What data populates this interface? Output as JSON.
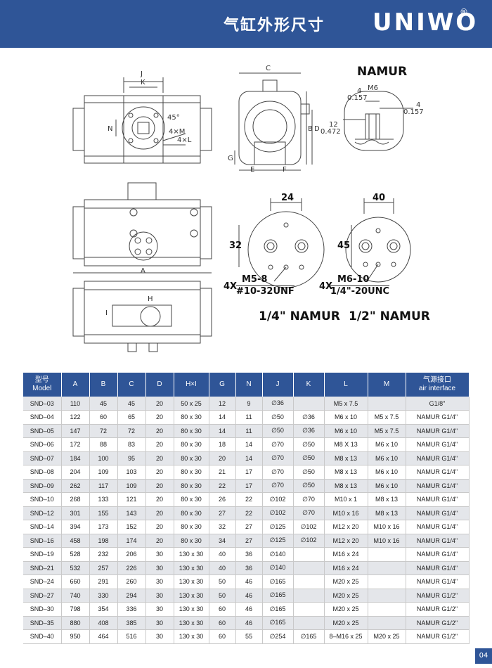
{
  "header": {
    "title": "气缸外形尺寸",
    "logo": "UNIWO",
    "registered": "®"
  },
  "drawing": {
    "namur_title": "NAMUR",
    "labels": {
      "J": "J",
      "K": "K",
      "N": "N",
      "deg": "45°",
      "m4": "4×M",
      "l4": "4×L",
      "C": "C",
      "D": "D",
      "B": "B",
      "G": "G",
      "E": "E",
      "F": "F",
      "M6": "M6",
      "dim4a": "4",
      "dim157a": "0.157",
      "dim12": "12",
      "dim472": "0.472",
      "dim4b": "4",
      "dim157b": "0.157",
      "A": "A",
      "H": "H",
      "I": "I",
      "d24": "24",
      "d32": "32",
      "d40": "40",
      "d45": "45",
      "thread1_count": "4X",
      "thread1_top": "M5-8",
      "thread1_bottom": "#10-32UNF",
      "thread2_count": "4X",
      "thread2_top": "M6-10",
      "thread2_bottom": "1/4\"-20UNC",
      "namur14": "1/4\"  NAMUR",
      "namur12": "1/2\"  NAMUR"
    }
  },
  "table": {
    "headers": [
      {
        "zh": "型号",
        "en": "Model"
      },
      {
        "zh": "",
        "en": "A"
      },
      {
        "zh": "",
        "en": "B"
      },
      {
        "zh": "",
        "en": "C"
      },
      {
        "zh": "",
        "en": "D"
      },
      {
        "zh": "",
        "en": "H×I"
      },
      {
        "zh": "",
        "en": "G"
      },
      {
        "zh": "",
        "en": "N"
      },
      {
        "zh": "",
        "en": "J"
      },
      {
        "zh": "",
        "en": "K"
      },
      {
        "zh": "",
        "en": "L"
      },
      {
        "zh": "",
        "en": "M"
      },
      {
        "zh": "气源接口",
        "en": "air interface"
      }
    ],
    "rows": [
      [
        "SND–03",
        "110",
        "45",
        "45",
        "20",
        "50 x 25",
        "12",
        "9",
        "∅36",
        "",
        "M5 x 7.5",
        "",
        "G1/8\""
      ],
      [
        "SND–04",
        "122",
        "60",
        "65",
        "20",
        "80 x 30",
        "14",
        "11",
        "∅50",
        "∅36",
        "M6 x 10",
        "M5 x 7.5",
        "NAMUR  G1/4\""
      ],
      [
        "SND–05",
        "147",
        "72",
        "72",
        "20",
        "80 x 30",
        "14",
        "11",
        "∅50",
        "∅36",
        "M6 x 10",
        "M5 x 7.5",
        "NAMUR  G1/4\""
      ],
      [
        "SND–06",
        "172",
        "88",
        "83",
        "20",
        "80 x 30",
        "18",
        "14",
        "∅70",
        "∅50",
        "M8 X 13",
        "M6 x 10",
        "NAMUR  G1/4\""
      ],
      [
        "SND–07",
        "184",
        "100",
        "95",
        "20",
        "80 x 30",
        "20",
        "14",
        "∅70",
        "∅50",
        "M8 x 13",
        "M6 x 10",
        "NAMUR  G1/4\""
      ],
      [
        "SND–08",
        "204",
        "109",
        "103",
        "20",
        "80 x 30",
        "21",
        "17",
        "∅70",
        "∅50",
        "M8 x 13",
        "M6 x 10",
        "NAMUR  G1/4\""
      ],
      [
        "SND–09",
        "262",
        "117",
        "109",
        "20",
        "80 x 30",
        "22",
        "17",
        "∅70",
        "∅50",
        "M8 x 13",
        "M6 x 10",
        "NAMUR  G1/4\""
      ],
      [
        "SND–10",
        "268",
        "133",
        "121",
        "20",
        "80 x 30",
        "26",
        "22",
        "∅102",
        "∅70",
        "M10 x 1",
        "M8 x 13",
        "NAMUR  G1/4\""
      ],
      [
        "SND–12",
        "301",
        "155",
        "143",
        "20",
        "80 x 30",
        "27",
        "22",
        "∅102",
        "∅70",
        "M10 x 16",
        "M8 x 13",
        "NAMUR  G1/4\""
      ],
      [
        "SND–14",
        "394",
        "173",
        "152",
        "20",
        "80 x 30",
        "32",
        "27",
        "∅125",
        "∅102",
        "M12 x 20",
        "M10 x 16",
        "NAMUR  G1/4\""
      ],
      [
        "SND–16",
        "458",
        "198",
        "174",
        "20",
        "80 x 30",
        "34",
        "27",
        "∅125",
        "∅102",
        "M12 x 20",
        "M10 x 16",
        "NAMUR  G1/4\""
      ],
      [
        "SND–19",
        "528",
        "232",
        "206",
        "30",
        "130 x 30",
        "40",
        "36",
        "∅140",
        "",
        "M16 x 24",
        "",
        "NAMUR  G1/4\""
      ],
      [
        "SND–21",
        "532",
        "257",
        "226",
        "30",
        "130 x 30",
        "40",
        "36",
        "∅140",
        "",
        "M16 x 24",
        "",
        "NAMUR  G1/4\""
      ],
      [
        "SND–24",
        "660",
        "291",
        "260",
        "30",
        "130 x 30",
        "50",
        "46",
        "∅165",
        "",
        "M20 x 25",
        "",
        "NAMUR  G1/4\""
      ],
      [
        "SND–27",
        "740",
        "330",
        "294",
        "30",
        "130 x 30",
        "50",
        "46",
        "∅165",
        "",
        "M20 x 25",
        "",
        "NAMUR  G1/2\""
      ],
      [
        "SND–30",
        "798",
        "354",
        "336",
        "30",
        "130 x 30",
        "60",
        "46",
        "∅165",
        "",
        "M20 x 25",
        "",
        "NAMUR  G1/2\""
      ],
      [
        "SND–35",
        "880",
        "408",
        "385",
        "30",
        "130 x 30",
        "60",
        "46",
        "∅165",
        "",
        "M20 x 25",
        "",
        "NAMUR  G1/2\""
      ],
      [
        "SND–40",
        "950",
        "464",
        "516",
        "30",
        "130 x 30",
        "60",
        "55",
        "∅254",
        "∅165",
        "8–M16 x 25",
        "M20 x 25",
        "NAMUR  G1/2\""
      ]
    ]
  },
  "page": {
    "number": "04"
  }
}
